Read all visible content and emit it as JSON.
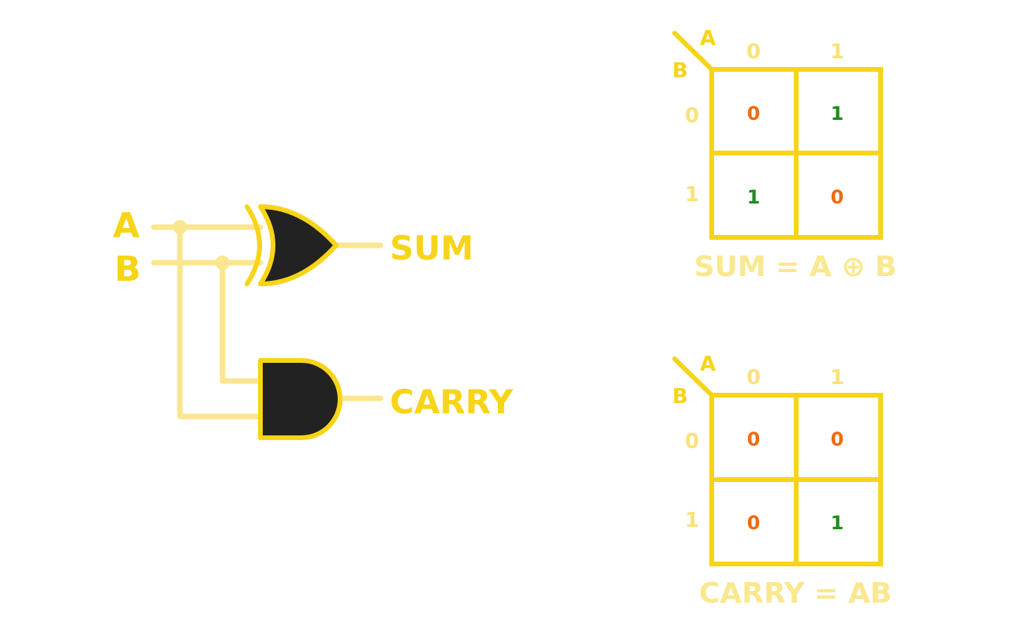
{
  "circuit": {
    "input_a": "A",
    "input_b": "B",
    "sum_output": "SUM",
    "carry_output": "CARRY"
  },
  "kmaps": [
    {
      "var_a": "A",
      "var_b": "B",
      "col_headers": [
        "0",
        "1"
      ],
      "row_headers": [
        "0",
        "1"
      ],
      "cells": [
        [
          "0",
          "1"
        ],
        [
          "1",
          "0"
        ]
      ],
      "equation": "SUM = A ⊕ B"
    },
    {
      "var_a": "A",
      "var_b": "B",
      "col_headers": [
        "0",
        "1"
      ],
      "row_headers": [
        "0",
        "1"
      ],
      "cells": [
        [
          "0",
          "0"
        ],
        [
          "0",
          "1"
        ]
      ],
      "equation": "CARRY = AB"
    }
  ],
  "colors": {
    "gate_fill": "#222222",
    "gate_stroke": "#F7D417",
    "wire": "#FBE690",
    "zero_value": "#F26A0C",
    "one_value": "#1E8C1E"
  }
}
